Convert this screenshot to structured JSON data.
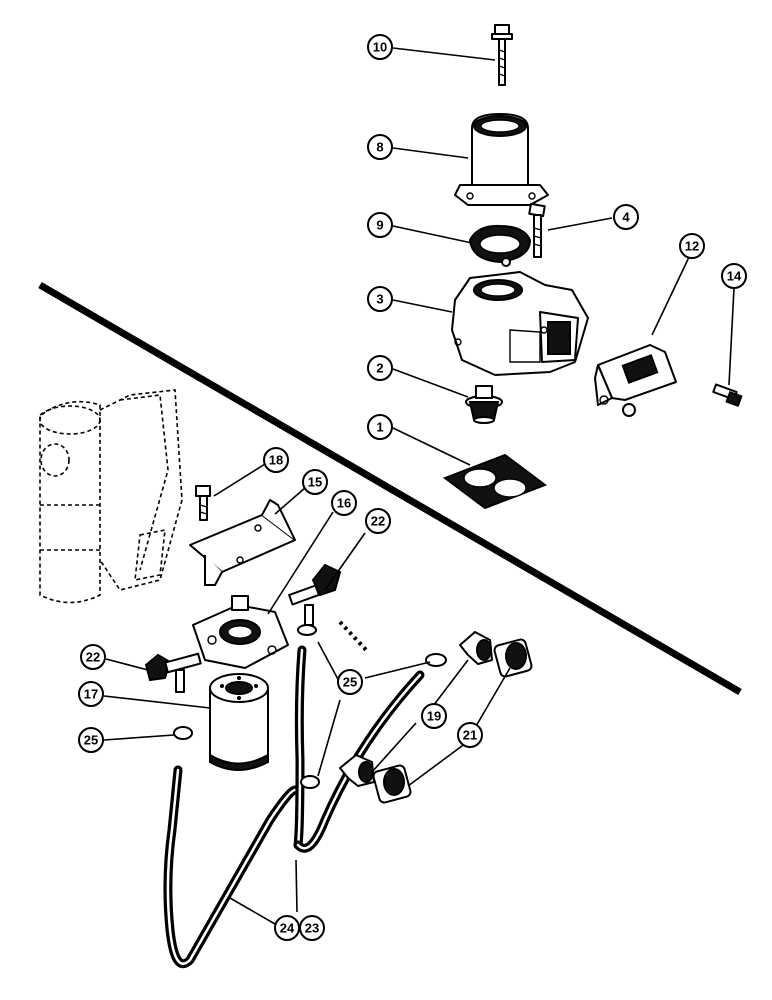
{
  "diagram": {
    "callouts": {
      "c10": "10",
      "c8": "8",
      "c4": "4",
      "c9": "9",
      "c12": "12",
      "c14": "14",
      "c3": "3",
      "c2": "2",
      "c1": "1",
      "c18": "18",
      "c15": "15",
      "c16": "16",
      "c22a": "22",
      "c22b": "22",
      "c25a": "25",
      "c25b": "25",
      "c17": "17",
      "c19": "19",
      "c21": "21",
      "c24": "24",
      "c23": "23"
    }
  }
}
